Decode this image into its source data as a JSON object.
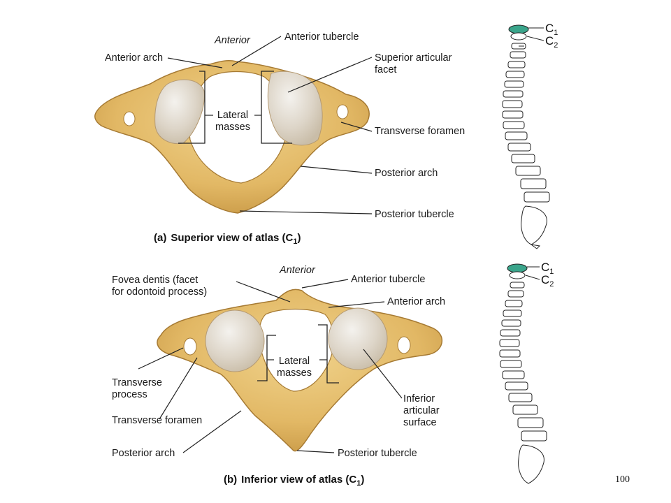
{
  "figure_a": {
    "caption_id": "(a)",
    "caption_text": "Superior view of atlas (C",
    "caption_sub": "1",
    "caption_close": ")",
    "labels": {
      "anterior": "Anterior",
      "anterior_tubercle": "Anterior tubercle",
      "anterior_arch": "Anterior arch",
      "superior_facet": [
        "Superior articular",
        "facet"
      ],
      "lateral_masses": [
        "Lateral",
        "masses"
      ],
      "transverse_foramen": "Transverse foramen",
      "posterior_arch": "Posterior arch",
      "posterior_tubercle": "Posterior tubercle"
    }
  },
  "figure_b": {
    "caption_id": "(b)",
    "caption_text": "Inferior view of atlas (C",
    "caption_sub": "1",
    "caption_close": ")",
    "labels": {
      "anterior": "Anterior",
      "fovea_dentis": [
        "Fovea dentis (facet",
        "for odontoid process)"
      ],
      "anterior_tubercle": "Anterior tubercle",
      "anterior_arch": "Anterior arch",
      "lateral_masses": [
        "Lateral",
        "masses"
      ],
      "transverse_process": [
        "Transverse",
        "process"
      ],
      "transverse_foramen": "Transverse foramen",
      "inferior_surface": [
        "Inferior",
        "articular",
        "surface"
      ],
      "posterior_arch": "Posterior arch",
      "posterior_tubercle": "Posterior tubercle"
    }
  },
  "spine_labels": {
    "c1_letter": "C",
    "c1_sub": "1",
    "c2_letter": "C",
    "c2_sub": "2"
  },
  "page_number": "100",
  "colors": {
    "bone": "#e2b865",
    "bone_dark": "#b88a3a",
    "facet": "#e6e0d6",
    "highlight": "#3aa58b"
  }
}
